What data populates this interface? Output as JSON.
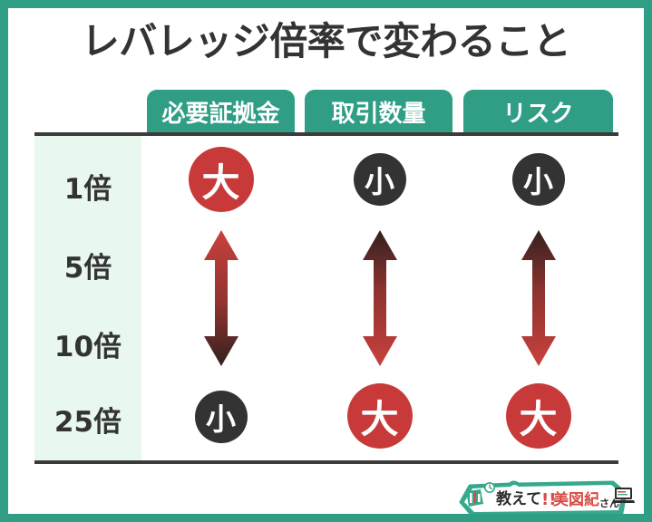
{
  "meta": {
    "title": "レバレッジ倍率で変わること"
  },
  "colors": {
    "frame_green": "#2f9e85",
    "tab_green": "#2f9e85",
    "panel_mint": "#e8f8ef",
    "rule_dark": "#3b3b3b",
    "circle_red": "#c83a3a",
    "circle_dark": "#333333",
    "title_text": "#333333",
    "arrow_red": "#c8413d",
    "arrow_dark": "#3a2522"
  },
  "table": {
    "row_header_label": "",
    "columns": [
      {
        "label": "必要証拠金",
        "top_mark": "大",
        "top_style": "red-big",
        "bottom_mark": "小",
        "bottom_style": "dark-small",
        "arrow_direction": "red-to-dark"
      },
      {
        "label": "取引数量",
        "top_mark": "小",
        "top_style": "dark-small",
        "bottom_mark": "大",
        "bottom_style": "red-big",
        "arrow_direction": "dark-to-red"
      },
      {
        "label": "リスク",
        "top_mark": "小",
        "top_style": "dark-small",
        "bottom_mark": "大",
        "bottom_style": "red-big",
        "arrow_direction": "dark-to-red"
      }
    ],
    "rows": [
      {
        "label": "1倍"
      },
      {
        "label": "5倍"
      },
      {
        "label": "10倍"
      },
      {
        "label": "25倍"
      }
    ]
  },
  "footer": {
    "logo_text": "教えて!!美図紀さん",
    "logo_icon_left": "candlestick-chart-icon",
    "logo_icon_right": "laptop-icon",
    "logo_icon_clock": "clock-icon"
  }
}
